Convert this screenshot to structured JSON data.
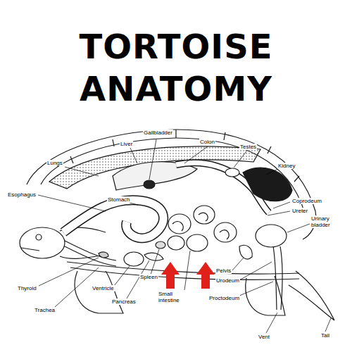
{
  "diagram": {
    "title": "TORTOISE ANATOMY",
    "labels": [
      "Gallbladder",
      "Liver",
      "Colon",
      "Testes",
      "Lungs",
      "Kidney",
      "Esophagus",
      "Stomach",
      "Coprodeum",
      "Ureter",
      "Urinary bladder",
      "Spleen",
      "Pelvis",
      "Urodeum",
      "Thyroid",
      "Ventricle",
      "Small intestine",
      "Proctodeum",
      "Pancreas",
      "Trachea",
      "Vent",
      "Tail"
    ]
  }
}
